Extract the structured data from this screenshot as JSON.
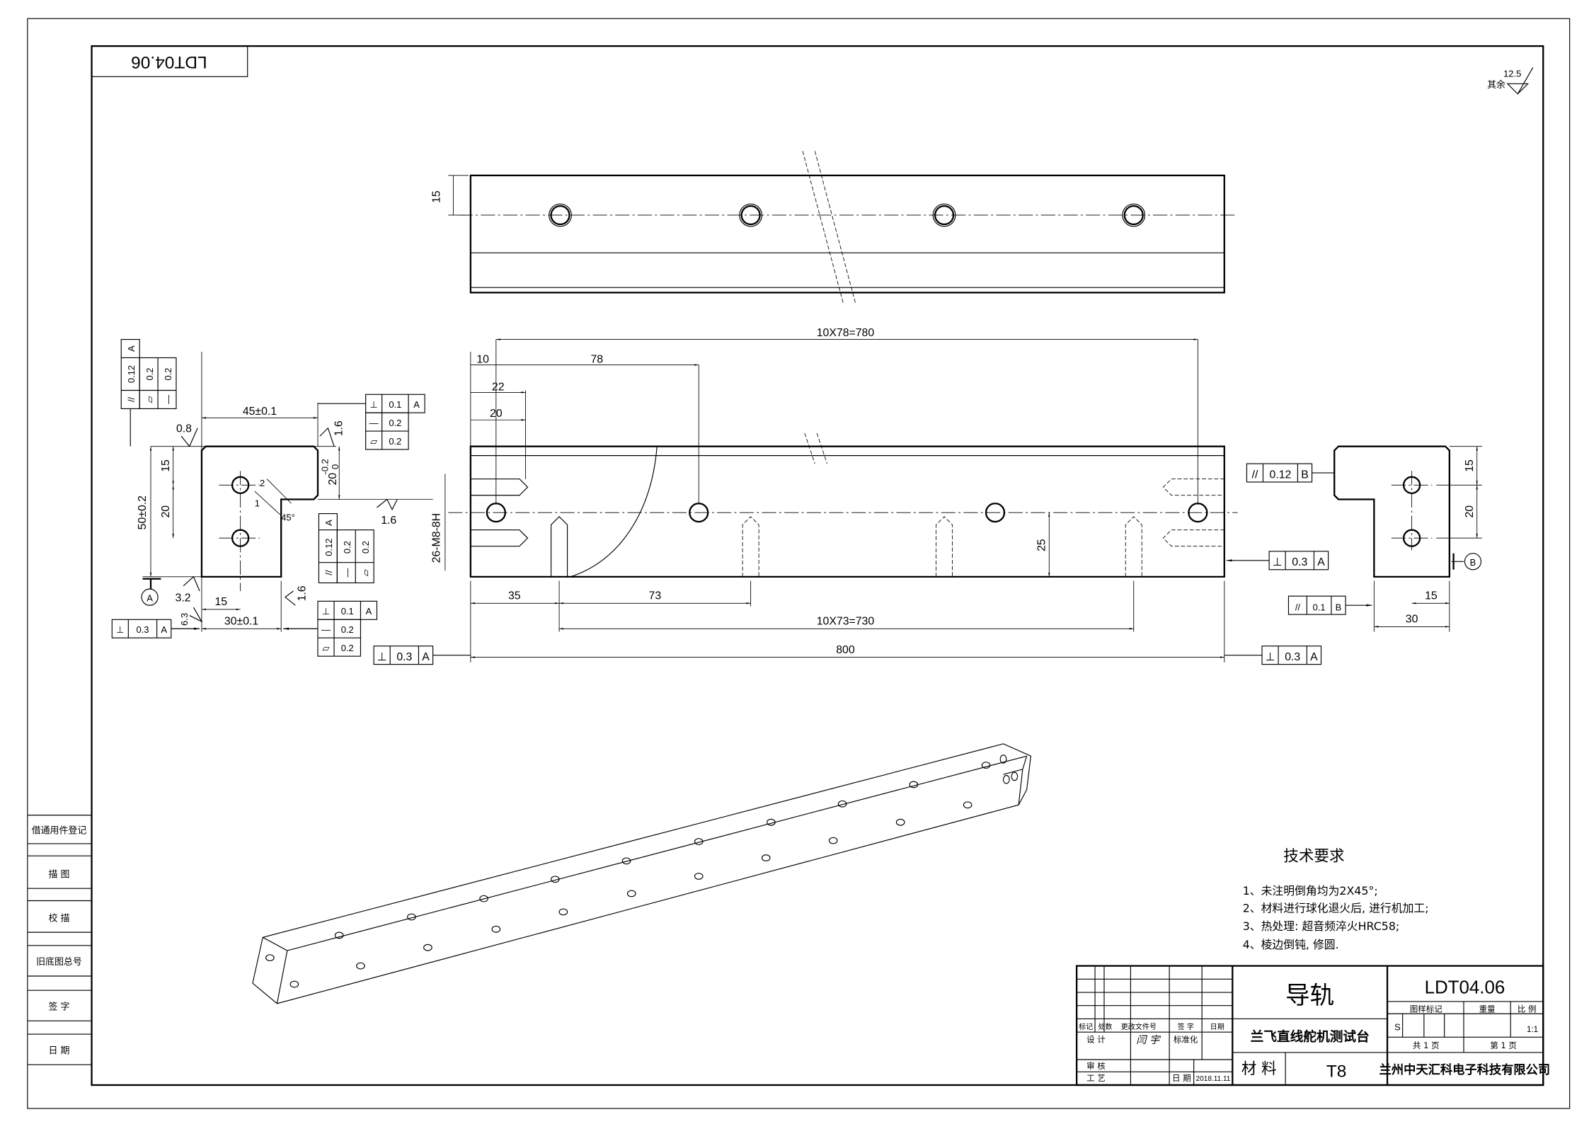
{
  "frame": {
    "code_reversed": "LDT04.06"
  },
  "roughness_note": {
    "label": "其余",
    "value": "12.5"
  },
  "sidebar": {
    "items": [
      {
        "label": "借通用件登记"
      },
      {
        "label": "描 图"
      },
      {
        "label": "校 描"
      },
      {
        "label": "旧底图总号"
      },
      {
        "label": "签 字"
      },
      {
        "label": "日 期"
      }
    ]
  },
  "top_view": {
    "dim_height": "15"
  },
  "front_view": {
    "dim_pitch_top": "10X78=780",
    "dim_10": "10",
    "dim_78": "78",
    "dim_22": "22",
    "dim_20": "20",
    "dim_35": "35",
    "dim_73": "73",
    "dim_pitch_bottom": "10X73=730",
    "dim_800": "800",
    "dim_25": "25",
    "thread_note": "26-M8-8H",
    "gdt_perp_left": {
      "sym": "⊥",
      "tol": "0.3",
      "datum": "A"
    },
    "gdt_perp_right": {
      "sym": "⊥",
      "tol": "0.3",
      "datum": "A"
    },
    "gdt_par_b": {
      "sym": "//",
      "tol": "0.12",
      "datum": "B"
    },
    "gdt_perp_side": {
      "sym": "⊥",
      "tol": "0.3",
      "datum": "A"
    }
  },
  "left_view": {
    "dim_width": "45±0.1",
    "dim_height": "50±0.2",
    "dim_15": "15",
    "dim_20": "20",
    "dim_notch": "20",
    "dim_notch_tol_upper": "-0.2",
    "dim_notch_tol_lower": "0",
    "dim_bottom_15": "15",
    "dim_bottom_30": "30±0.1",
    "dim_chamfer_2": "2",
    "dim_chamfer_1": "1",
    "angle": "45°",
    "rough_08": "0.8",
    "rough_16a": "1.6",
    "rough_16b": "1.6",
    "rough_16c": "1.6",
    "rough_32": "3.2",
    "rough_63": "6.3",
    "datum": "A",
    "gdt_top_left": [
      {
        "sym": "//",
        "tol": "0.12",
        "datum": "A"
      },
      {
        "sym": "▱",
        "tol": "0.2"
      },
      {
        "sym": "—",
        "tol": "0.2"
      }
    ],
    "gdt_top_right": [
      {
        "sym": "⊥",
        "tol": "0.1",
        "datum": "A"
      },
      {
        "sym": "—",
        "tol": "0.2"
      },
      {
        "sym": "▱",
        "tol": "0.2"
      }
    ],
    "gdt_mid": [
      {
        "sym": "//",
        "tol": "0.12",
        "datum": "A"
      },
      {
        "sym": "—",
        "tol": "0.2"
      },
      {
        "sym": "▱",
        "tol": "0.2"
      }
    ],
    "gdt_bottom_right": [
      {
        "sym": "⊥",
        "tol": "0.1",
        "datum": "A"
      },
      {
        "sym": "—",
        "tol": "0.2"
      },
      {
        "sym": "▱",
        "tol": "0.2"
      }
    ],
    "gdt_bottom_left": {
      "sym": "⊥",
      "tol": "0.3",
      "datum": "A"
    }
  },
  "right_view": {
    "dim_15": "15",
    "dim_20": "20",
    "dim_bottom_15": "15",
    "dim_bottom_30": "30",
    "datum": "B",
    "gdt_par": {
      "sym": "//",
      "tol": "0.1",
      "datum": "B"
    }
  },
  "tech_requirements": {
    "title": "技术要求",
    "items": [
      "1、未注明倒角均为2X45°;",
      "2、材料进行球化退火后, 进行机加工;",
      "3、热处理: 超音频淬火HRC58;",
      "4、棱边倒钝, 修圆."
    ]
  },
  "title_block": {
    "part_name": "导轨",
    "project": "兰飞直线舵机测试台",
    "material_label": "材 料",
    "material": "T8",
    "drawing_no": "LDT04.06",
    "mark_label": "图样标记",
    "weight_label": "重量",
    "scale_label": "比 例",
    "mark": "S",
    "scale": "1:1",
    "sheets_total": "共 1 页",
    "sheet_no": "第 1 页",
    "company": "兰州中天汇科电子科技有限公司",
    "rev_headers": [
      "标记",
      "处数",
      "更改文件号",
      "签 字",
      "日期"
    ],
    "design_label": "设 计",
    "designer": "闫 宇",
    "standard_label": "标准化",
    "review_label": "审 核",
    "process_label": "工 艺",
    "date_label": "日 期",
    "date": "2018.11.11"
  }
}
